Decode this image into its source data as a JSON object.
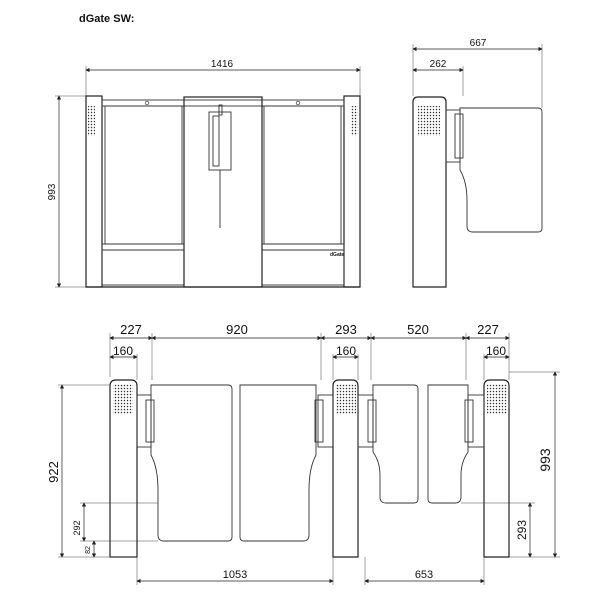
{
  "title": "dGate SW:",
  "brand_label": "dGate",
  "dimensions": {
    "top_front_width": "1416",
    "top_front_height": "993",
    "top_side_width": "667",
    "top_side_depth": "262",
    "bottom_227_left": "227",
    "bottom_920": "920",
    "bottom_293": "293",
    "bottom_520": "520",
    "bottom_227_right": "227",
    "bottom_160_left": "160",
    "bottom_160_mid": "160",
    "bottom_160_right": "160",
    "bottom_922": "922",
    "bottom_292": "292",
    "bottom_82": "82",
    "bottom_1053": "1053",
    "bottom_653": "653",
    "bottom_993": "993",
    "bottom_293_right": "293"
  }
}
